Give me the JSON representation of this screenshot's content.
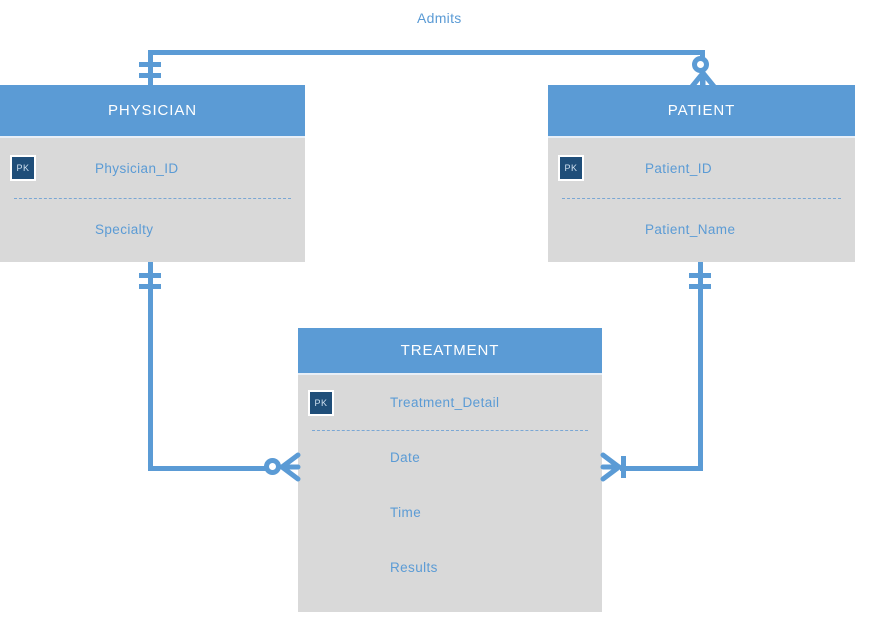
{
  "diagram": {
    "type": "entity-relationship-diagram",
    "notation": "crows-foot",
    "title": "",
    "colors": {
      "header_fill": "#5b9bd5",
      "body_fill": "#d9d9d9",
      "line": "#5b9bd5",
      "pk_badge_fill": "#1f4e79",
      "attribute_text": "#5b9bd5",
      "header_text": "#ffffff",
      "background": "#ffffff"
    }
  },
  "entities": [
    {
      "id": "physician",
      "name": "PHYSICIAN",
      "attributes": [
        {
          "label": "Physician_ID",
          "key": "PK"
        },
        {
          "label": "Specialty",
          "key": ""
        }
      ]
    },
    {
      "id": "patient",
      "name": "PATIENT",
      "attributes": [
        {
          "label": "Patient_ID",
          "key": "PK"
        },
        {
          "label": "Patient_Name",
          "key": ""
        }
      ]
    },
    {
      "id": "treatment",
      "name": "TREATMENT",
      "attributes": [
        {
          "label": "Treatment_Detail",
          "key": "PK"
        },
        {
          "label": "Date",
          "key": ""
        },
        {
          "label": "Time",
          "key": ""
        },
        {
          "label": "Results",
          "key": ""
        }
      ]
    }
  ],
  "relationships": [
    {
      "id": "admits",
      "label": "Admits",
      "from": "PHYSICIAN",
      "to": "PATIENT",
      "from_cardinality": "one-and-only-one",
      "to_cardinality": "zero-or-many"
    },
    {
      "id": "physician-treatment",
      "label": "",
      "from": "PHYSICIAN",
      "to": "TREATMENT",
      "from_cardinality": "one-and-only-one",
      "to_cardinality": "zero-or-many"
    },
    {
      "id": "patient-treatment",
      "label": "",
      "from": "PATIENT",
      "to": "TREATMENT",
      "from_cardinality": "one-and-only-one",
      "to_cardinality": "one-or-many"
    }
  ],
  "badges": {
    "pk": "PK"
  }
}
